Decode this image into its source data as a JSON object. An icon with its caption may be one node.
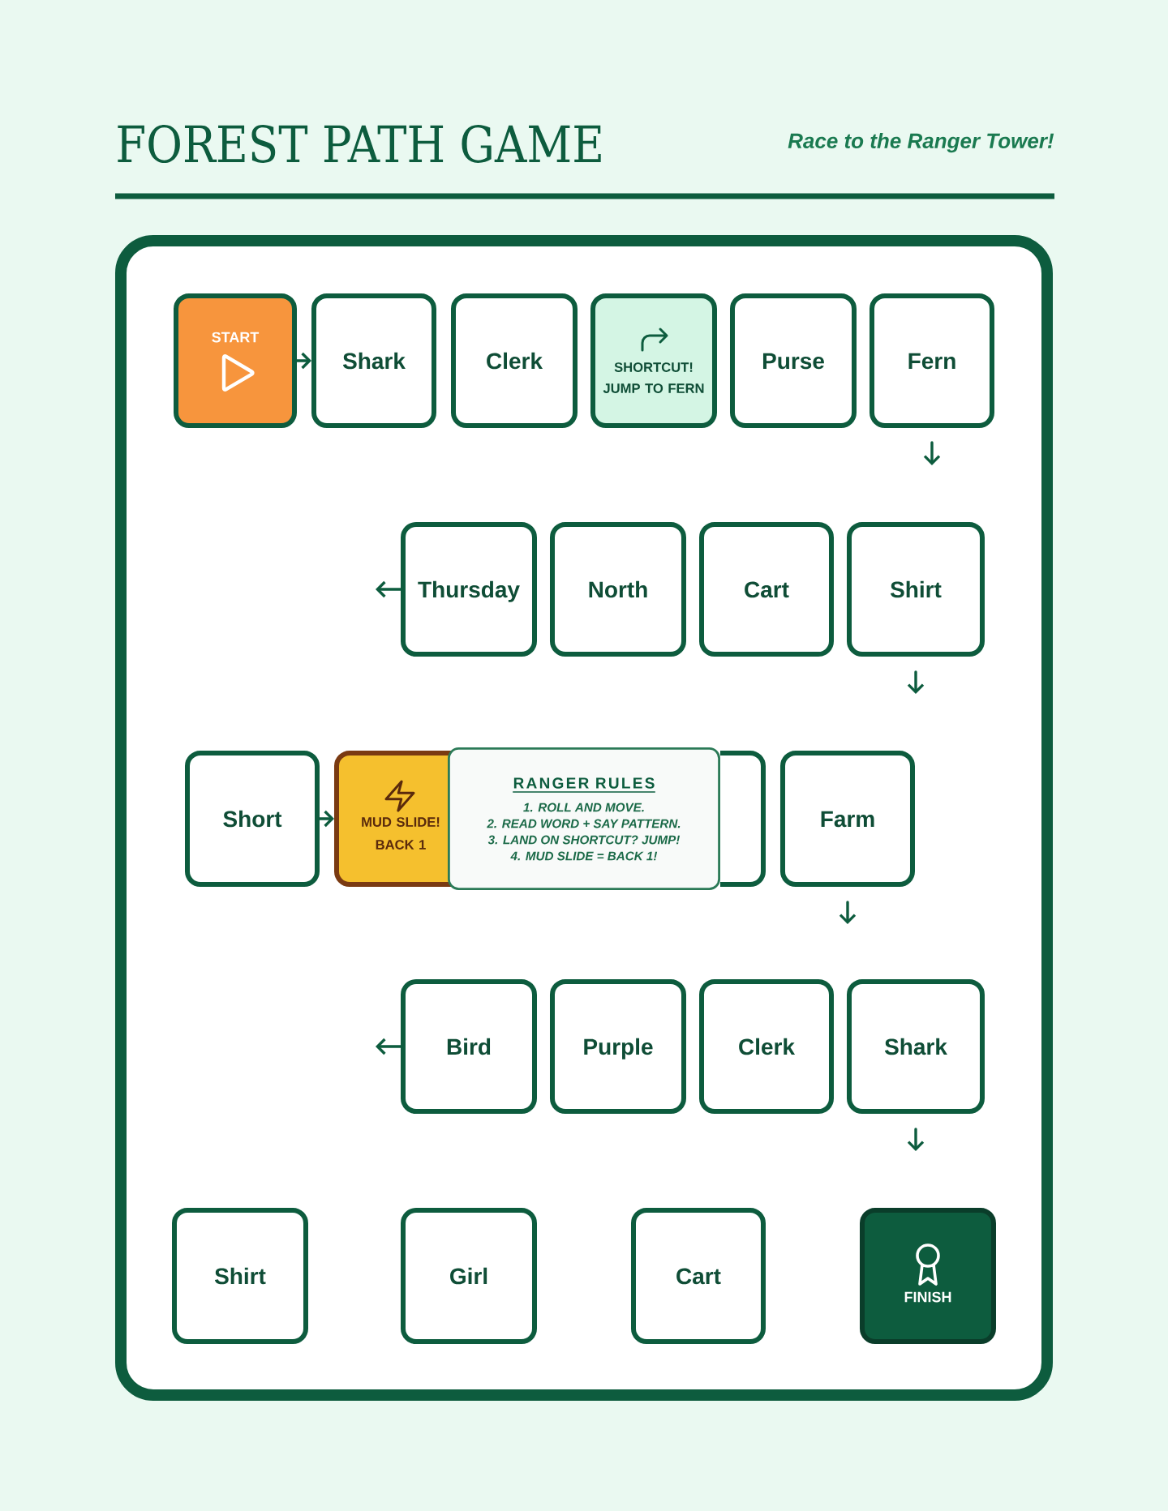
{
  "diagram": {
    "title": "FOREST PATH GAME",
    "nodes": [
      {
        "text": [
          "START"
        ]
      },
      {
        "text": [
          "Shark"
        ]
      },
      {
        "text": [
          "Clerk"
        ]
      },
      {
        "text": [
          "SHORTCUT! JUMP TO FERN"
        ]
      },
      {
        "text": [
          "Purse"
        ]
      },
      {
        "text": [
          "Fern"
        ]
      },
      {
        "text": [
          "Thursday"
        ]
      },
      {
        "text": [
          "North"
        ]
      },
      {
        "text": [
          "Cart"
        ]
      },
      {
        "text": [
          "Shirt"
        ]
      },
      {
        "text": [
          "Short"
        ]
      },
      {
        "text": [
          "MUD SLIDE! BACK 1"
        ]
      },
      {
        "text": [
          "RANGER RULES",
          "1. ROLL AND MOVE.",
          "2. READ WORD + SAY PATTERN.",
          "3. LAND ON SHORTCUT? JUMP!",
          "4. MUD SLIDE = BACK 1!"
        ]
      },
      {
        "text": [],
        "shape": "box"
      },
      {
        "text": [
          "Farm"
        ]
      },
      {
        "text": [
          "Bird"
        ]
      },
      {
        "text": [
          "Purple"
        ]
      },
      {
        "text": [
          "Clerk"
        ]
      },
      {
        "text": [
          "Shark"
        ]
      },
      {
        "text": [
          "Shirt"
        ]
      },
      {
        "text": [
          "Girl"
        ]
      },
      {
        "text": [
          "Cart"
        ]
      },
      {
        "text": [
          "FINISH"
        ]
      }
    ],
    "edges": [
      {
        "from": 0,
        "to": 1,
        "arrow": "to"
      },
      {
        "from": 5,
        "to": null,
        "arrow": "to"
      },
      {
        "from": 6,
        "to": null,
        "arrow": "to"
      },
      {
        "from": 9,
        "to": null,
        "arrow": "to"
      },
      {
        "from": 10,
        "to": 11,
        "arrow": "to"
      },
      {
        "from": 14,
        "to": null,
        "arrow": "to"
      },
      {
        "from": 15,
        "to": null,
        "arrow": "to"
      },
      {
        "from": 18,
        "to": null,
        "arrow": "to"
      }
    ],
    "labels": [
      "Race to the Ranger Tower!"
    ]
  }
}
